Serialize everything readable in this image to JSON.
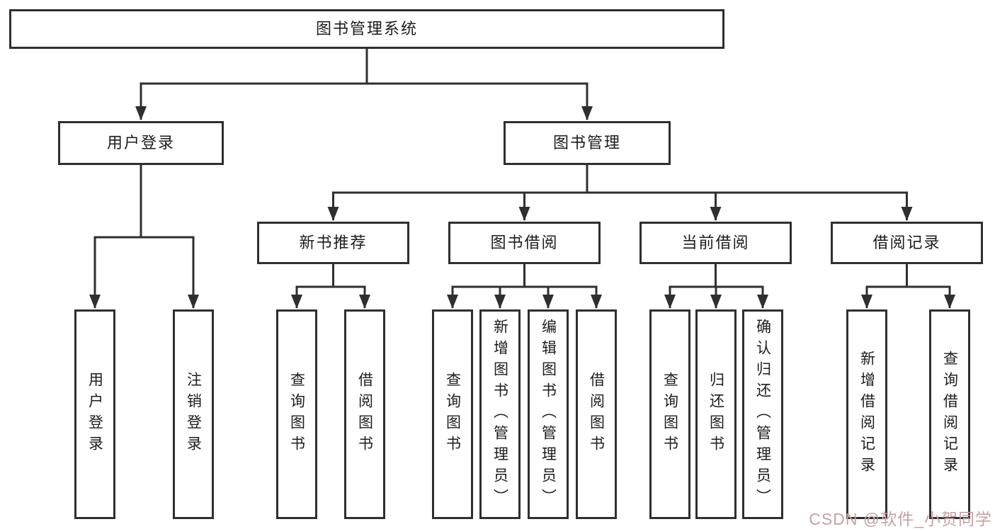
{
  "diagram": {
    "root": {
      "label": "图书管理系统"
    },
    "level2": [
      {
        "label": "用户登录"
      },
      {
        "label": "图书管理"
      }
    ],
    "level3": [
      {
        "label": "新书推荐"
      },
      {
        "label": "图书借阅"
      },
      {
        "label": "当前借阅"
      },
      {
        "label": "借阅记录"
      }
    ],
    "leaves": {
      "user_login": [
        {
          "label": "用户登录"
        },
        {
          "label": "注销登录"
        }
      ],
      "new_book": [
        {
          "label": "查询图书"
        },
        {
          "label": "借阅图书"
        }
      ],
      "book_borrow": [
        {
          "label": "查询图书"
        },
        {
          "label": "新增图书（管理员）"
        },
        {
          "label": "编辑图书（管理员）"
        },
        {
          "label": "借阅图书"
        }
      ],
      "current_borrow": [
        {
          "label": "查询图书"
        },
        {
          "label": "归还图书"
        },
        {
          "label": "确认归还（管理员）"
        }
      ],
      "borrow_record": [
        {
          "label": "新增借阅记录"
        },
        {
          "label": "查询借阅记录"
        }
      ]
    }
  },
  "watermark": {
    "text": "CSDN @软件_小贺同学",
    "color": "#c4a2a4"
  },
  "colors": {
    "line": "#2f2f2f",
    "box_border": "#2f2f2f",
    "box_fill": "#ffffff",
    "text": "#1c1c1c",
    "background": "#ffffff"
  }
}
